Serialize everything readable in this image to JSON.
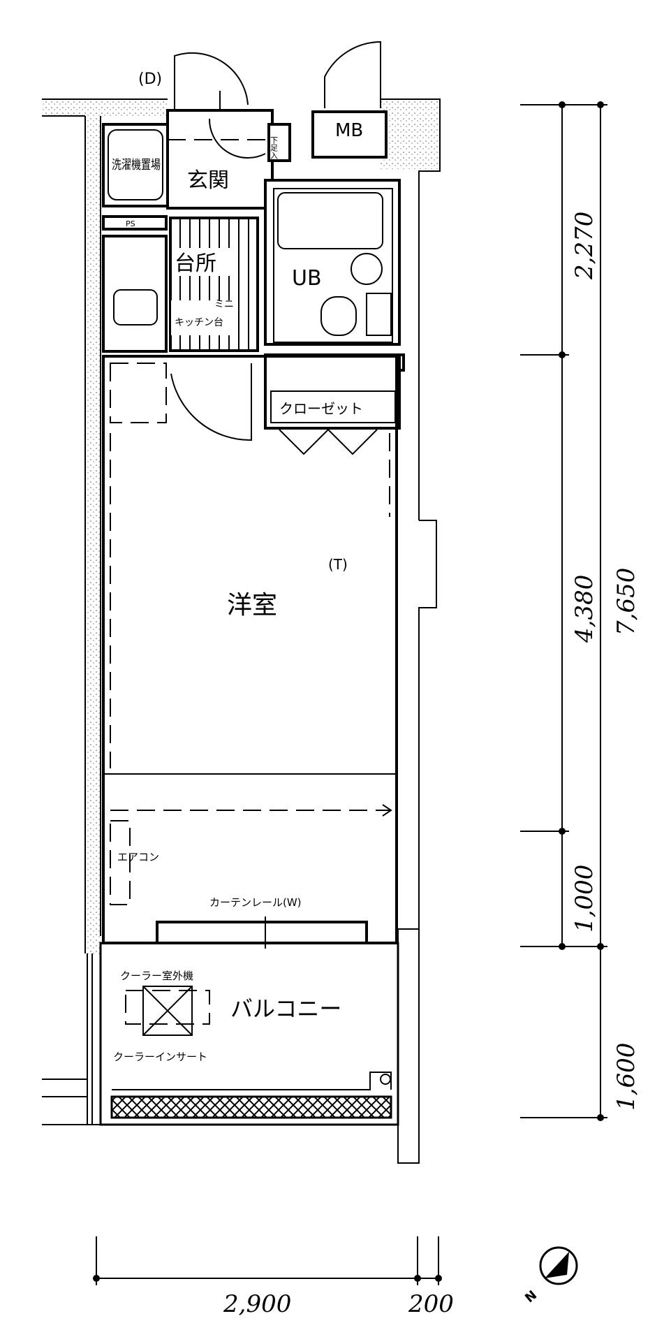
{
  "labels": {
    "door_marker": "(D)",
    "meter_box": "MB",
    "shoe_storage": "下足入",
    "laundry": "洗濯機置場",
    "entrance": "玄関",
    "kitchen": "台所",
    "mini_kitchen_1": "ミニ",
    "mini_kitchen_2": "キッチン台",
    "pipe_space_1": "PS",
    "pipe_space_2": "PS",
    "unit_bath": "UB",
    "closet": "クローゼット",
    "phone_marker": "(T)",
    "western_room": "洋室",
    "air_conditioner": "エアコン",
    "curtain_rail": "カーテンレール(W)",
    "outdoor_unit": "クーラー室外機",
    "balcony": "バルコニー",
    "cooler_insert": "クーラーインサート"
  },
  "dimensions": {
    "vertical": [
      "2,270",
      "4,380",
      "1,000",
      "1,600"
    ],
    "total": "7,650",
    "horizontal": [
      "2,900",
      "200"
    ]
  },
  "compass": {
    "letter": "N"
  }
}
